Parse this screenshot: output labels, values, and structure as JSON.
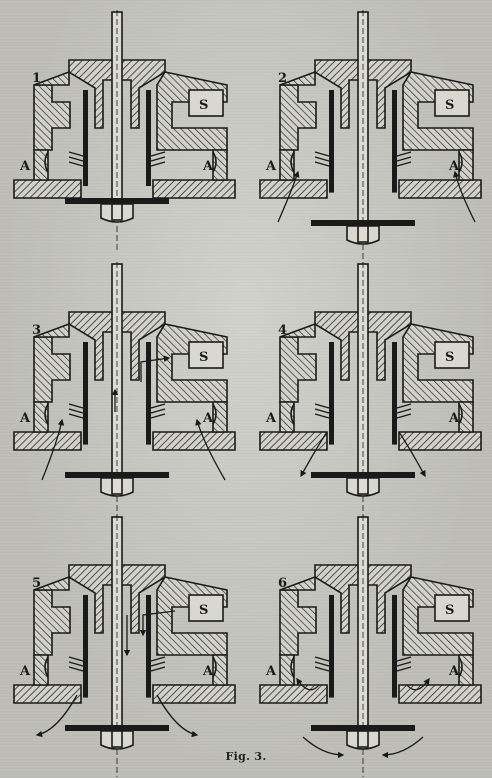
{
  "caption": "Fig. 3.",
  "panels": [
    {
      "number": "1",
      "label_port": "S",
      "label_left": "A",
      "label_right": "A",
      "valve_lowered": false,
      "arrows": "none"
    },
    {
      "number": "2",
      "label_port": "S",
      "label_left": "A",
      "label_right": "A",
      "valve_lowered": true,
      "arrows": "intake"
    },
    {
      "number": "3",
      "label_port": "S",
      "label_left": "A",
      "label_right": "A",
      "valve_lowered": true,
      "arrows": "through"
    },
    {
      "number": "4",
      "label_port": "S",
      "label_left": "A",
      "label_right": "A",
      "valve_lowered": true,
      "arrows": "exhaust"
    },
    {
      "number": "5",
      "label_port": "S",
      "label_left": "A",
      "label_right": "A",
      "valve_lowered": true,
      "arrows": "reverse"
    },
    {
      "number": "6",
      "label_port": "S",
      "label_left": "A",
      "label_right": "A",
      "valve_lowered": true,
      "arrows": "outward"
    }
  ],
  "colors": {
    "ink": "#1a1a1a",
    "hatch": "#2a2a2a",
    "paper": "#c9c9c2"
  }
}
